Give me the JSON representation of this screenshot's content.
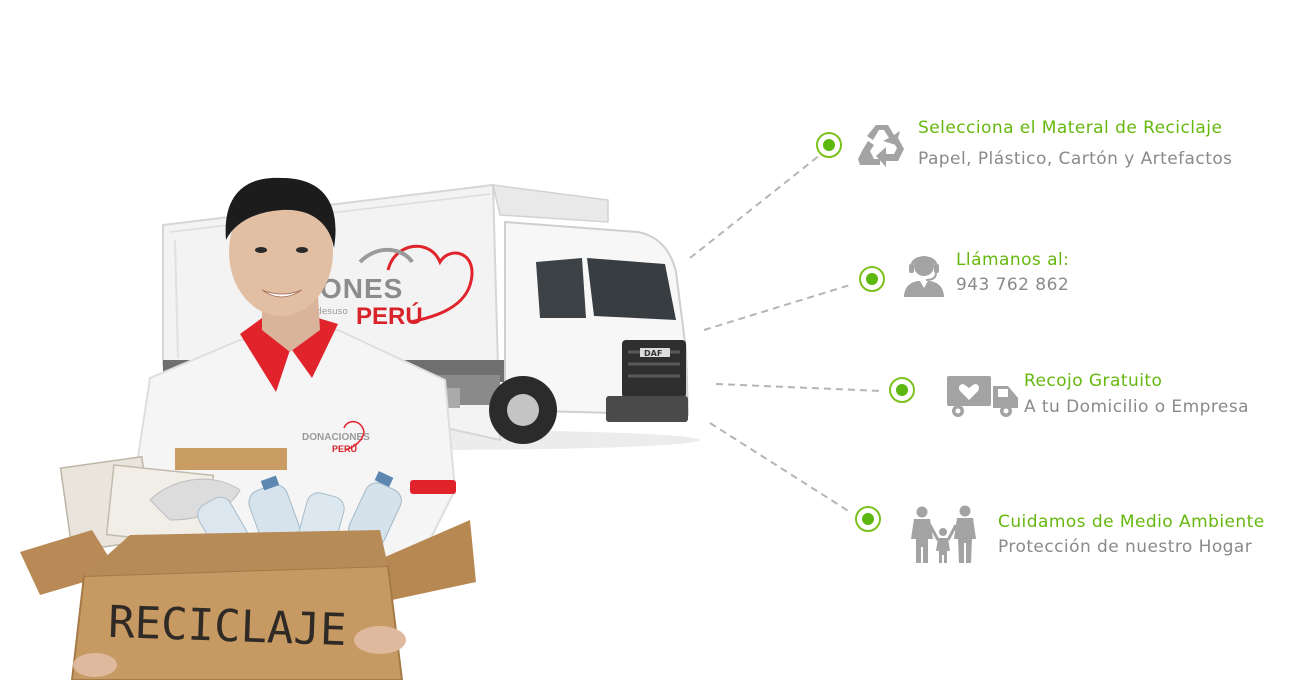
{
  "hero": {
    "truck_cab_badge": "DAF",
    "truck_brand_line1": "CIONES",
    "truck_brand_line2": "PERÚ",
    "truck_brand_small": "desuso",
    "shirt_brand_line1": "DONACIONES",
    "shirt_brand_line2": "PERÚ",
    "box_label": "RECICLAJE"
  },
  "features": [
    {
      "icon": "recycle-icon",
      "title": "Selecciona el Materal de Reciclaje",
      "subtitle": "Papel, Plástico, Cartón y Artefactos"
    },
    {
      "icon": "headset-agent-icon",
      "title": "Llámanos al:",
      "subtitle": "943 762 862"
    },
    {
      "icon": "delivery-truck-icon",
      "title": "Recojo Gratuito",
      "subtitle": "A tu Domicilio o Empresa"
    },
    {
      "icon": "family-icon",
      "title": "Cuidamos de Medio Ambiente",
      "subtitle": "Protección de nuestro Hogar"
    }
  ],
  "colors": {
    "accent_green": "#66b80f",
    "dot_green": "#5cb80f",
    "subtitle_gray": "#8a8a8a",
    "icon_gray": "#a3a3a3",
    "shirt_red": "#e1232b",
    "cardboard": "#c69a62"
  }
}
